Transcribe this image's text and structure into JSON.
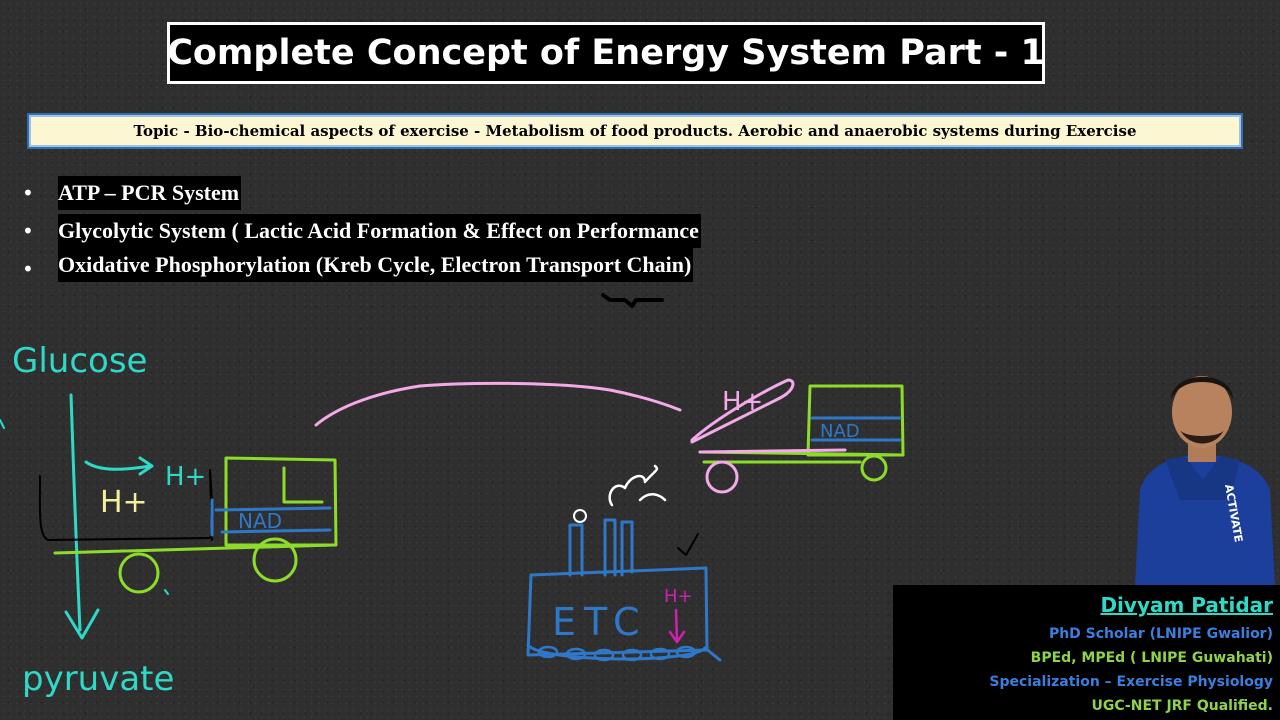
{
  "title": "Complete Concept of Energy System Part - 1",
  "topic": "Topic - Bio-chemical aspects of exercise - Metabolism of food products. Aerobic and anaerobic systems during Exercise",
  "bullets": [
    "ATP – PCR System",
    "Glycolytic System ( Lactic Acid Formation & Effect on Performance",
    "Oxidative Phosphorylation (Kreb Cycle, Electron Transport Chain)"
  ],
  "sketch": {
    "glucose": "Glucose",
    "pyruvate": "pyruvate",
    "h_plus": "H+",
    "h_plus_truck": "H+",
    "nad_truck1": "NAD",
    "nad_truck2": "NAD",
    "h_plus_ramp": "H+",
    "etc": "ETC",
    "h_plus_etc": "H+"
  },
  "presenter": {
    "name": "Divyam Patidar",
    "lines": [
      "PhD Scholar (LNIPE Gwalior)",
      "BPEd, MPEd ( LNIPE Guwahati)",
      "Specialization – Exercise Physiology",
      "UGC-NET JRF Qualified."
    ],
    "shirt_text": "ACTIVATE"
  },
  "colors": {
    "cyan": "#2fd9c7",
    "green": "#8ddc2a",
    "blue": "#2f78c8",
    "pink": "#f4a9e8",
    "magenta": "#d020b0",
    "yellow": "#f2f09a",
    "presenter_blue": "#3a7fe0",
    "presenter_green": "#8fd34a"
  }
}
